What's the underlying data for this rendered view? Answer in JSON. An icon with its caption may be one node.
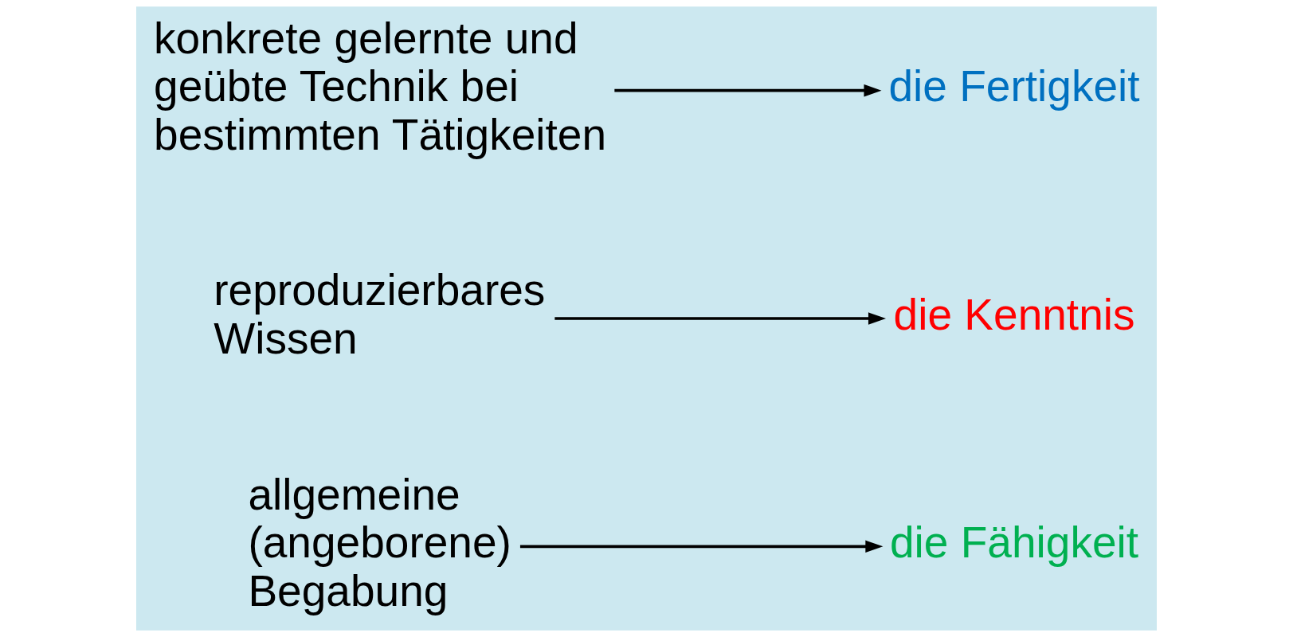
{
  "diagram": {
    "nodes": [
      {
        "text": [
          "allgemeine (angeborene) Begabung"
        ]
      },
      {
        "text": [
          "reproduzierbares Wissen"
        ]
      },
      {
        "text": [
          "konkrete gelernte und geübte Technik bei bestimmten Tätigkeiten"
        ]
      },
      {
        "text": [
          "die Kenntnis"
        ]
      },
      {
        "text": [
          "die Fertigkeit"
        ]
      },
      {
        "text": [
          "die Fähigkeit"
        ]
      }
    ],
    "edges": [
      {
        "from": 0,
        "to": 5,
        "arrow": "to"
      },
      {
        "from": 1,
        "to": 3,
        "arrow": "to"
      },
      {
        "from": 2,
        "to": 4,
        "arrow": "to"
      }
    ]
  }
}
